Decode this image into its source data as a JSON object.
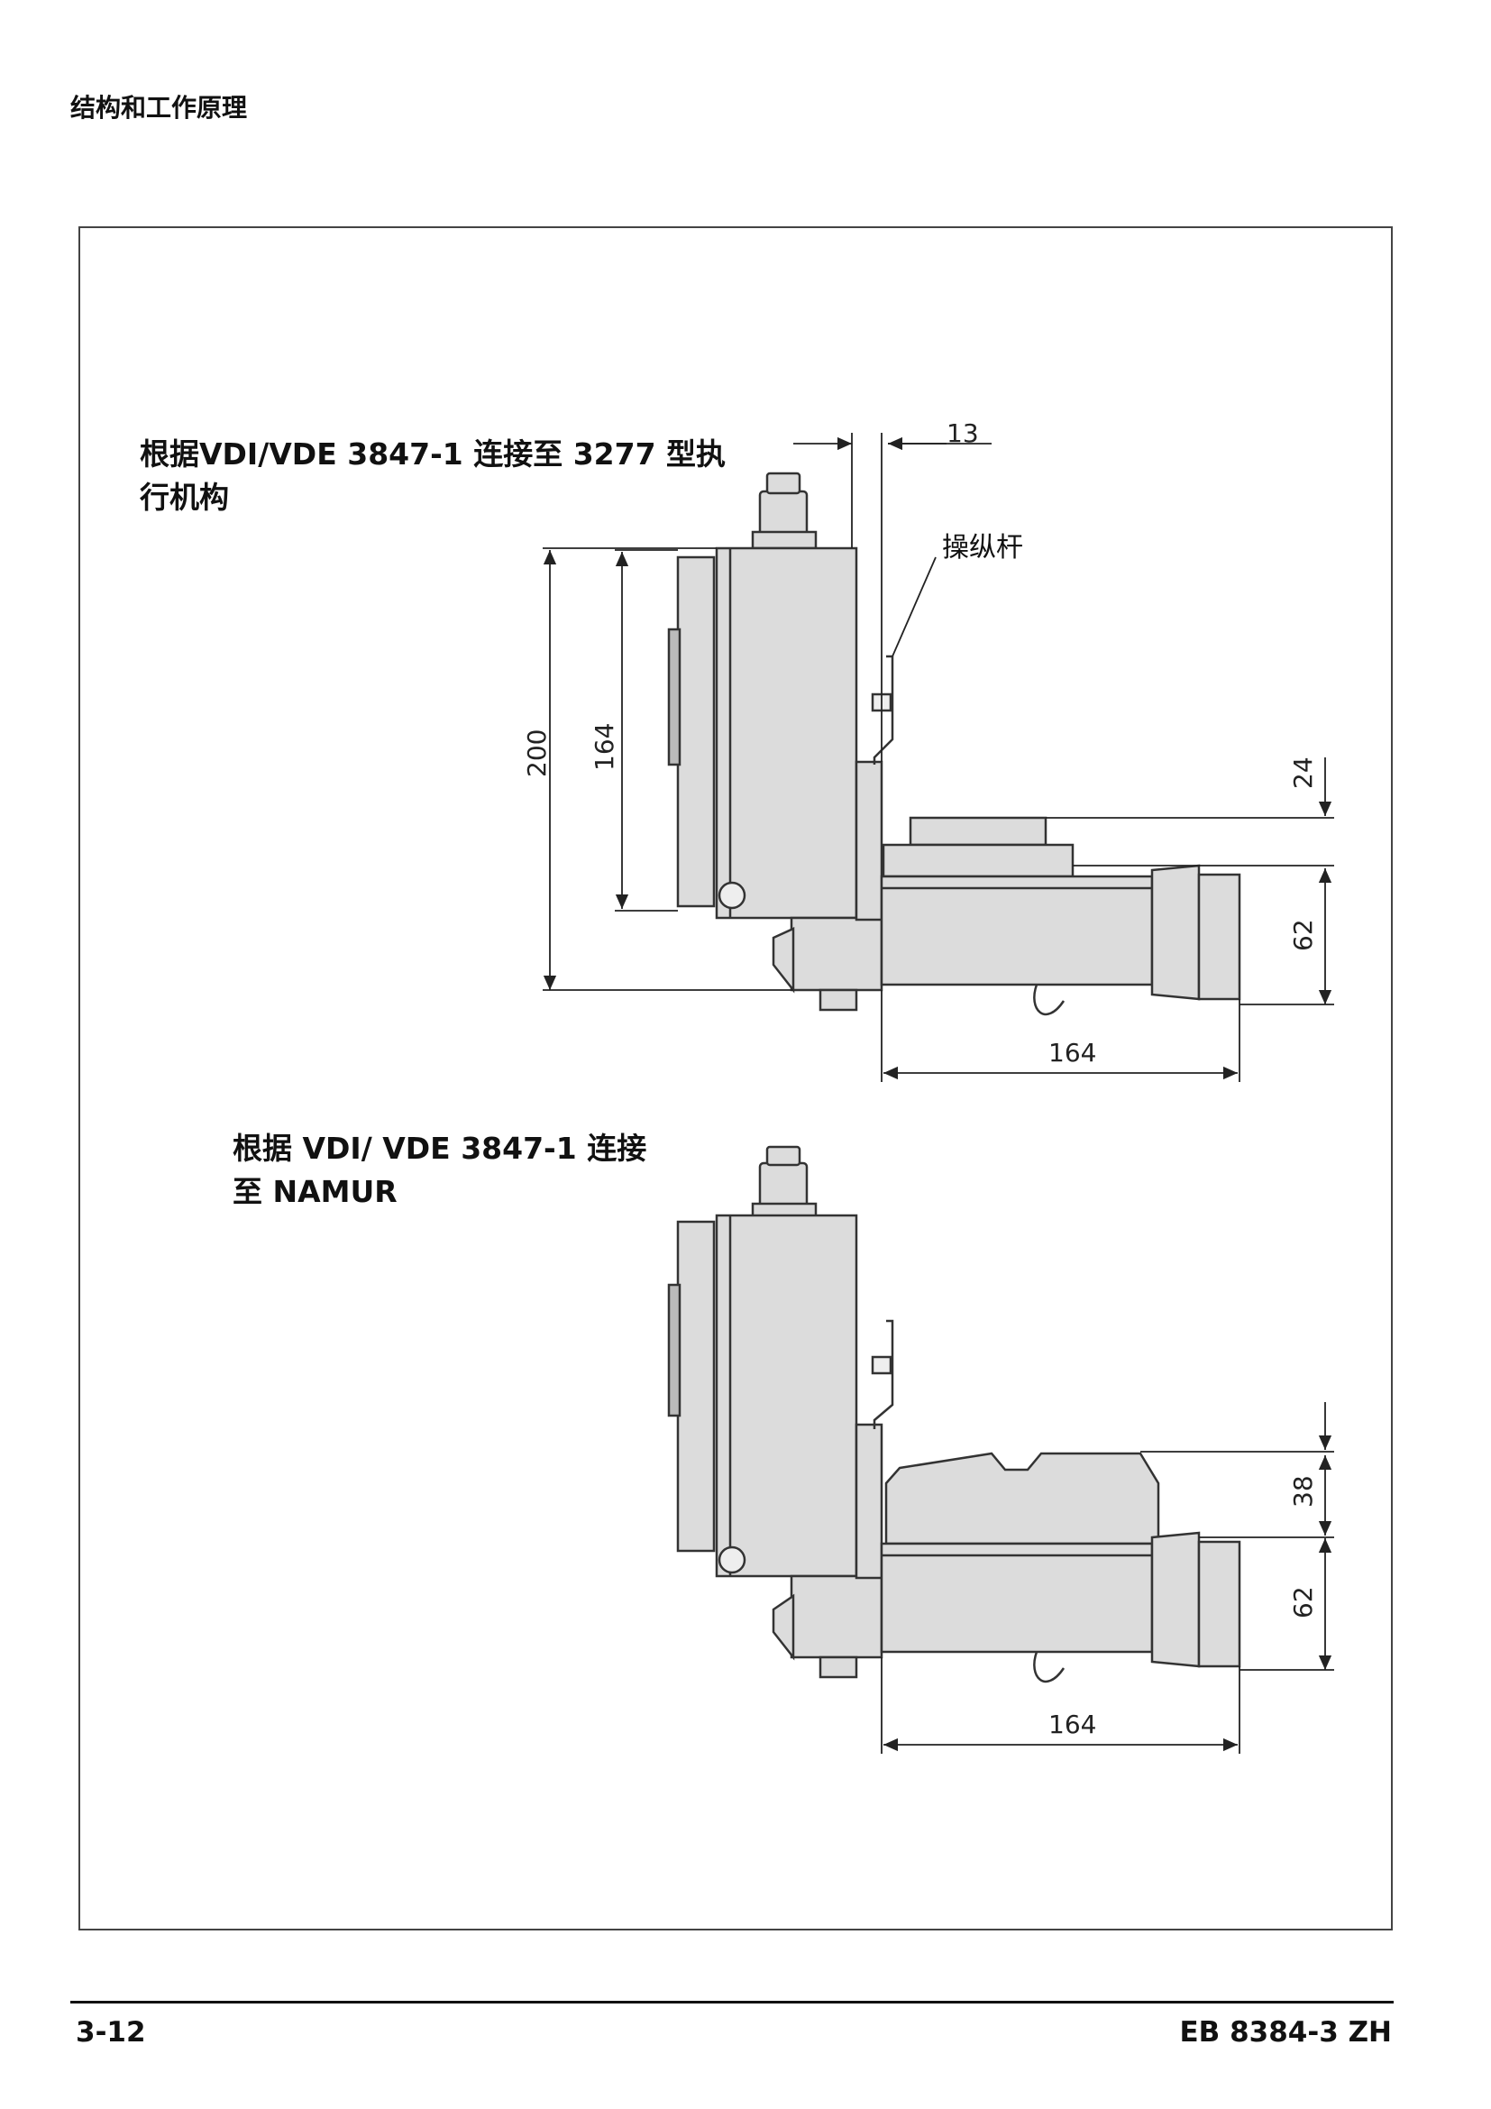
{
  "header": {
    "section_title": "结构和工作原理"
  },
  "figure1": {
    "caption_line1": "根据VDI/VDE 3847-1  连接至  3277  型执",
    "caption_line2": "行机构",
    "lever_label": "操纵杆",
    "dims": {
      "top": "13",
      "height_total": "200",
      "height_body": "164",
      "right_top": "24",
      "right_bottom": "62",
      "bottom_width": "164"
    }
  },
  "figure2": {
    "caption_line1": "根据  VDI/    VDE  3847-1  连接",
    "caption_line2": "至 NAMUR",
    "dims": {
      "right_top": "38",
      "right_bottom": "62",
      "bottom_width": "164"
    }
  },
  "footer": {
    "page_number": "3-12",
    "doc_id": "EB 8384-3 ZH"
  },
  "colors": {
    "body_fill": "#dcdcdc",
    "line": "#333333",
    "frame": "#444444"
  }
}
